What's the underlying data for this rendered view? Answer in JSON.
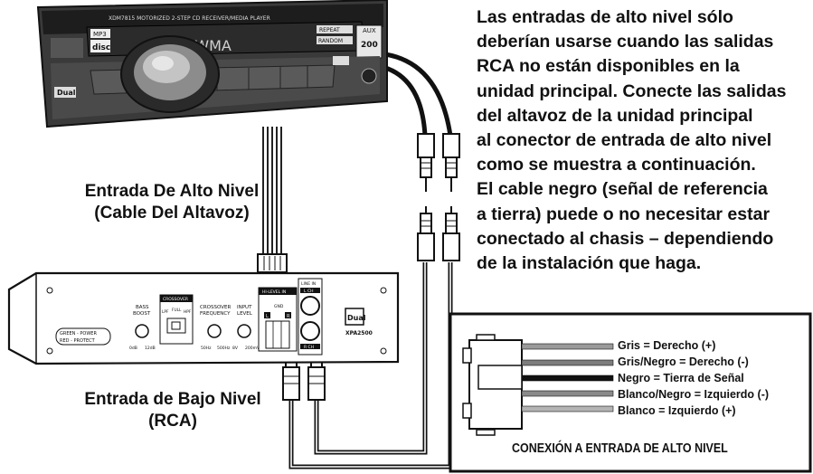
{
  "description_text": [
    "Las entradas de alto nivel sólo",
    "deberían usarse cuando las salidas",
    "RCA no están disponibles en la",
    "unidad principal. Conecte las salidas",
    "del altavoz de la unidad principal",
    "al conector de entrada de alto nivel",
    "como se muestra a continuación.",
    "El cable negro (señal de referencia",
    "a tierra) puede o no necesitar estar",
    "conectado al chasis – dependiendo",
    "de la instalación que haga."
  ],
  "high_level_caption": [
    "Entrada De Alto Nivel",
    "(Cable Del Altavoz)"
  ],
  "low_level_caption": [
    "Entrada de Bajo Nivel",
    "(RCA)"
  ],
  "connector_box": {
    "title": "CONEXIÓN A ENTRADA DE ALTO NIVEL",
    "wires": [
      {
        "label": "Gris = Derecho (+)",
        "color": "#9a9a9a"
      },
      {
        "label": "Gris/Negro = Derecho (-)",
        "color": "#7d7d7d"
      },
      {
        "label": "Negro = Tierra de Señal",
        "color": "#111111"
      },
      {
        "label": "Blanco/Negro = Izquierdo (-)",
        "color": "#8a8a8a"
      },
      {
        "label": "Blanco = Izquierdo (+)",
        "color": "#b4b4b4"
      }
    ]
  },
  "head_unit": {
    "model_text": "XDM7815 MOTORIZED 2-STEP CD RECEIVER/MEDIA PLAYER",
    "display_text": "2-WMA",
    "mp3_label": "MP3",
    "disc_label": "disc",
    "repeat_label": "REPEAT",
    "random_label": "RANDOM",
    "aux_label": "AUX",
    "watts_label": "200",
    "brand": "Dual"
  },
  "amplifier": {
    "brand": "Dual",
    "model": "XPA2500",
    "power_label": "GREEN - POWER",
    "protect_label": "RED - PROTECT",
    "bass_boost_label": [
      "BASS",
      "BOOST"
    ],
    "bass_boost_range": [
      "0dB",
      "12dB"
    ],
    "crossover_label": "CROSSOVER",
    "crossover_modes": [
      "LPF",
      "FULL",
      "HPF"
    ],
    "crossover_freq_label": [
      "CROSSOVER",
      "FREQUENCY"
    ],
    "crossover_freq_range": [
      "50Hz",
      "500Hz"
    ],
    "input_level_label": [
      "INPUT",
      "LEVEL"
    ],
    "input_level_range": [
      "8V",
      "200mV"
    ],
    "hi_level_label": "HI-LEVEL IN",
    "hi_level_channels": [
      "L",
      "R"
    ],
    "hi_level_gnd": "GND",
    "line_in_label": "LINE IN",
    "line_in_left": "L CH",
    "line_in_right": "R CH"
  }
}
